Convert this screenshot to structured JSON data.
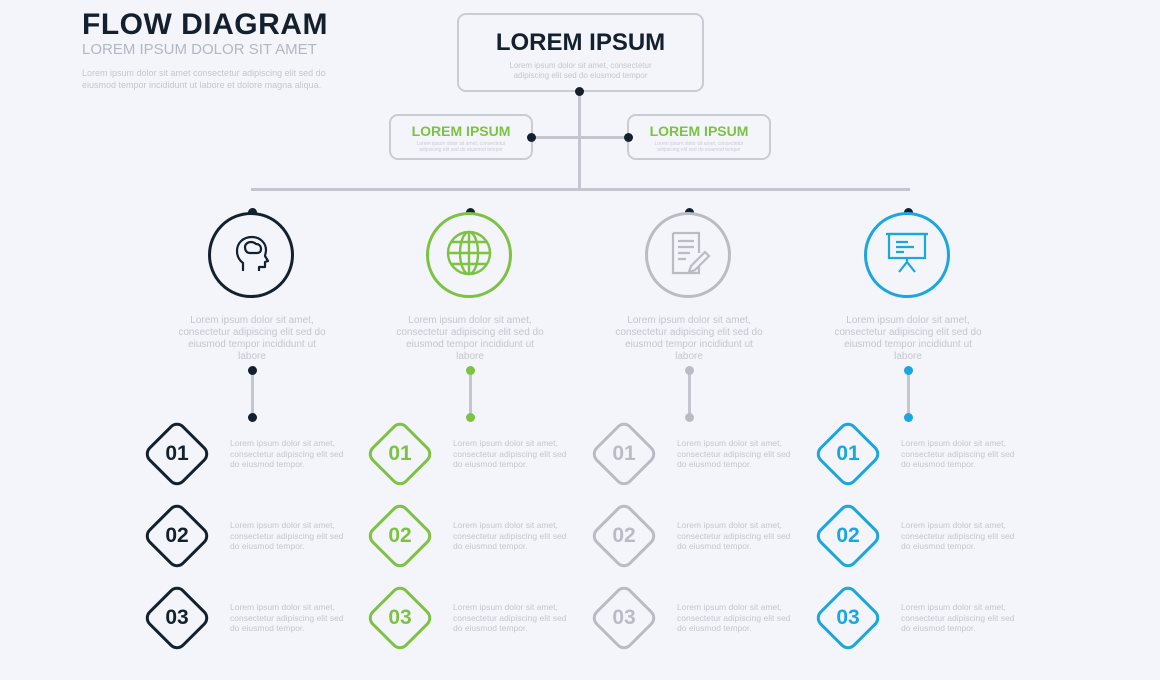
{
  "header": {
    "title": "FLOW DIAGRAM",
    "subtitle": "LOREM IPSUM DOLOR SIT AMET",
    "intro": "Lorem ipsum dolor sit amet   consectetur adipiscing elit sed do  eiusmod  tempor  incididunt ut labore et dolore magna aliqua."
  },
  "top_box": {
    "heading": "LOREM IPSUM",
    "text": "Lorem ipsum dolor sit amet,  consectetur adipiscing elit sed do eiusmod tempor"
  },
  "side_boxes": [
    {
      "heading": "LOREM IPSUM",
      "text": "Lorem ipsum dolor sit amet, consectetur adipiscing elit sed do eiusmod tempor"
    },
    {
      "heading": "LOREM IPSUM",
      "text": "Lorem ipsum dolor sit amet, consectetur adipiscing elit sed do eiusmod tempor"
    }
  ],
  "columns": [
    {
      "icon": "head-brain-icon",
      "color": "#14202e",
      "desc": "Lorem ipsum dolor sit amet, consectetur adipiscing elit sed do eiusmod tempor incididunt ut labore",
      "items": [
        {
          "num": "01",
          "text": "Lorem ipsum dolor sit amet, consectetur adipiscing elit sed do eiusmod tempor."
        },
        {
          "num": "02",
          "text": "Lorem ipsum dolor sit amet, consectetur adipiscing elit sed do eiusmod tempor."
        },
        {
          "num": "03",
          "text": "Lorem ipsum dolor sit amet, consectetur adipiscing elit sed do eiusmod tempor."
        }
      ]
    },
    {
      "icon": "globe-icon",
      "color": "#7dc242",
      "desc": "Lorem ipsum dolor sit amet, consectetur adipiscing elit sed do eiusmod tempor incididunt ut labore",
      "items": [
        {
          "num": "01",
          "text": "Lorem ipsum dolor sit amet, consectetur adipiscing elit sed do eiusmod tempor."
        },
        {
          "num": "02",
          "text": "Lorem ipsum dolor sit amet, consectetur adipiscing elit sed do eiusmod tempor."
        },
        {
          "num": "03",
          "text": "Lorem ipsum dolor sit amet, consectetur adipiscing elit sed do eiusmod tempor."
        }
      ]
    },
    {
      "icon": "document-pencil-icon",
      "color": "#b9bcc4",
      "desc": "Lorem ipsum dolor sit amet, consectetur adipiscing elit sed do eiusmod tempor incididunt ut labore",
      "items": [
        {
          "num": "01",
          "text": "Lorem ipsum dolor sit amet, consectetur adipiscing elit sed do eiusmod tempor."
        },
        {
          "num": "02",
          "text": "Lorem ipsum dolor sit amet, consectetur adipiscing elit sed do eiusmod tempor."
        },
        {
          "num": "03",
          "text": "Lorem ipsum dolor sit amet, consectetur adipiscing elit sed do eiusmod tempor."
        }
      ]
    },
    {
      "icon": "presentation-board-icon",
      "color": "#1aa6de",
      "desc": "Lorem ipsum dolor sit amet, consectetur adipiscing elit sed do eiusmod tempor incididunt ut labore",
      "items": [
        {
          "num": "01",
          "text": "Lorem ipsum dolor sit amet, consectetur adipiscing elit sed do eiusmod tempor."
        },
        {
          "num": "02",
          "text": "Lorem ipsum dolor sit amet, consectetur adipiscing elit sed do eiusmod tempor."
        },
        {
          "num": "03",
          "text": "Lorem ipsum dolor sit amet, consectetur adipiscing elit sed do eiusmod tempor."
        }
      ]
    }
  ]
}
